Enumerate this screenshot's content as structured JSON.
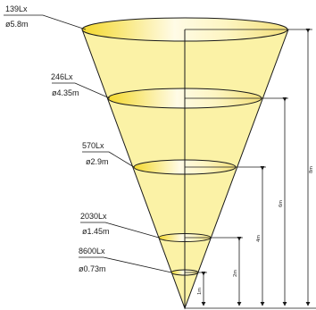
{
  "levels": [
    {
      "lux": "139Lx",
      "diameter": "ø5.8m",
      "height": "8m"
    },
    {
      "lux": "246Lx",
      "diameter": "ø4.35m",
      "height": "6m"
    },
    {
      "lux": "570Lx",
      "diameter": "ø2.9m",
      "height": "4m"
    },
    {
      "lux": "2030Lx",
      "diameter": "ø1.45m",
      "height": "2m"
    },
    {
      "lux": "8600Lx",
      "diameter": "ø0.73m",
      "height": "1m"
    }
  ],
  "colors": {
    "cone_fill": "#fbf2a6",
    "ellipse_fill": "#f6e05a",
    "ellipse_highlight": "#fffbe6",
    "stroke": "#1a1a1a"
  }
}
